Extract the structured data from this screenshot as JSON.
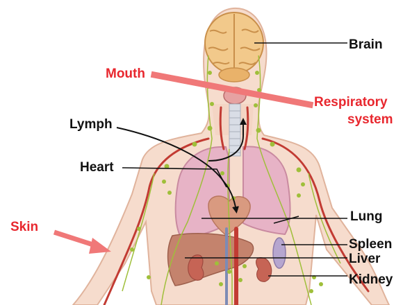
{
  "colors": {
    "skin": "#f6dccd",
    "skin_edge": "#e0b39c",
    "brain": "#f2c98b",
    "brain_fold": "#c98f4a",
    "lung": "#e7b3c6",
    "lung_edge": "#c98aa0",
    "heart": "#d99a80",
    "liver": "#c4836d",
    "kidney": "#c66455",
    "spleen": "#b6a6cf",
    "vessel": "#c23b33",
    "lymph_node": "#9fbf3a",
    "trachea": "#d9dde6",
    "leader": "#111111",
    "highlight": "#e8272e",
    "highlight_arrow": "#f07878"
  },
  "labels": {
    "brain": "Brain",
    "mouth": "Mouth",
    "respiratory_line1": "Respiratory",
    "respiratory_line2": "system",
    "lymph": "Lymph",
    "heart": "Heart",
    "skin": "Skin",
    "lung": "Lung",
    "spleen": "Spleen",
    "liver": "Liver",
    "kidney": "Kidney"
  }
}
